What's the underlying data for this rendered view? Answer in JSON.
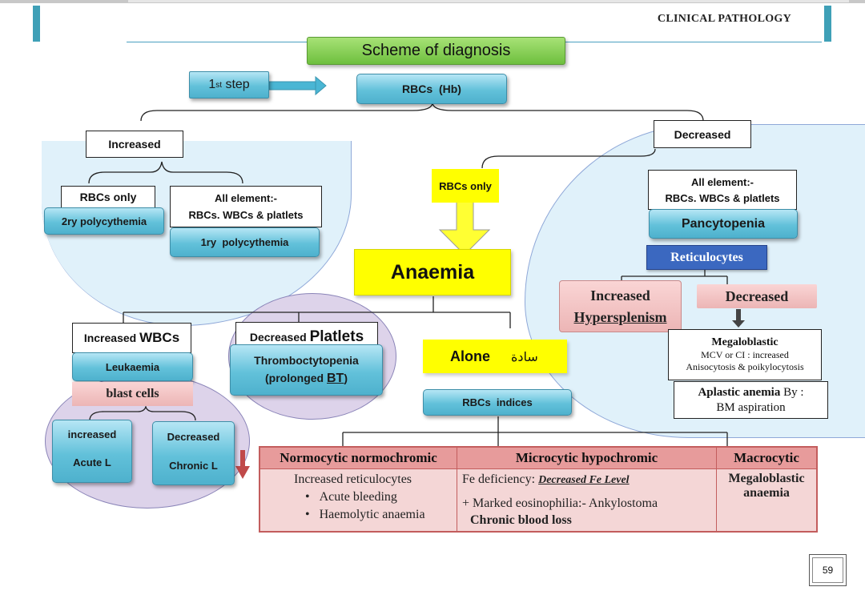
{
  "header": {
    "title": "CLINICAL PATHOLOGY"
  },
  "scheme_title": "Scheme of diagnosis",
  "first_step": {
    "base": "1",
    "sup": "st",
    "rest": " step"
  },
  "rbcs_hb": "RBCs  (Hb)",
  "increased": {
    "label": "Increased",
    "rbcs_only": "RBCs only",
    "secondary": "2ry polycythemia",
    "all_element_line1": "All element:-",
    "all_element_line2": "RBCs. WBCs & platlets",
    "primary": "1ry  polycythemia"
  },
  "decreased": {
    "label": "Decreased",
    "rbcs_only": "RBCs only",
    "anaemia": "Anaemia",
    "all_element_line1": "All element:-",
    "all_element_line2": "RBCs. WBCs & platlets",
    "pancytopenia": "Pancytopenia",
    "reticulocytes": "Reticulocytes",
    "retic_increased": "Increased",
    "hypersplenism": "Hypersplenism",
    "retic_decreased": "Decreased",
    "megaloblastic_title": "Megaloblastic",
    "megaloblastic_line2": "MCV or CI : increased",
    "megaloblastic_line3": "Anisocytosis & poikylocytosis",
    "aplastic_title": "Aplastic anemia",
    "aplastic_by": " By :",
    "aplastic_line2": "BM aspiration"
  },
  "wbcs": {
    "increased_prefix": "Increased ",
    "increased_word": "WBCs",
    "leukaemia": "Leukaemia",
    "blast": "blast cells",
    "inc": "increased",
    "acute": "Acute L",
    "dec": "Decreased",
    "chronic": "Chronic L"
  },
  "platelets": {
    "decreased_prefix": "Decreased ",
    "decreased_word": "Platlets",
    "thrombo_line1": "Thromboctytopenia",
    "thrombo_prefix": "(prolonged ",
    "thrombo_bt": "BT",
    "thrombo_suffix": ")"
  },
  "alone": {
    "label": "Alone",
    "arabic": "سادة"
  },
  "rbcs_indices": "RBCs  indices",
  "table": {
    "headers": [
      "Normocytic normochromic",
      "Microcytic hypochromic",
      "Macrocytic"
    ],
    "normo": {
      "line1": "Increased reticulocytes",
      "bullet1": "Acute bleeding",
      "bullet2": "Haemolytic anaemia"
    },
    "micro": {
      "fe_prefix": "Fe deficiency: ",
      "fe_detail": "Decreased Fe Level",
      "eos": "+ Marked eosinophilia:- Ankylostoma",
      "chronic": "Chronic blood loss"
    },
    "macro": {
      "line1": "Megaloblastic",
      "line2": "anaemia"
    }
  },
  "page_number": "59",
  "colors": {
    "teal": "#3fa0b7",
    "blue_box": "#62c1da",
    "green": "#6ebf3e",
    "yellow": "#ffff00",
    "pink": "#e79b9b",
    "navy": "#3b68c0"
  }
}
